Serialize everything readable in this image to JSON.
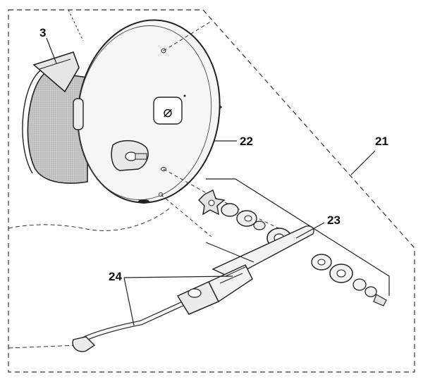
{
  "callouts": {
    "part_3": "3",
    "part_21": "21",
    "part_22": "22",
    "part_23": "23",
    "part_24": "24"
  },
  "colors": {
    "line": "#222222",
    "fill_light": "#f4f4f4",
    "fill_shadow": "#cfcfcf",
    "dash": "#333333"
  }
}
